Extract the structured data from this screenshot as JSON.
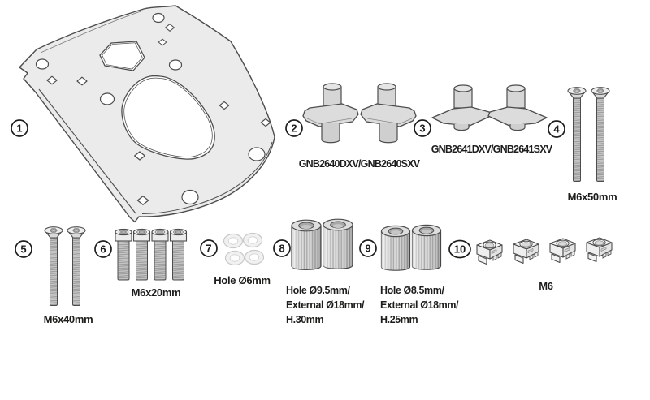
{
  "figure": {
    "kind": "mounting-kit-parts-diagram",
    "background": "#ffffff",
    "colors": {
      "outline": "#4d4d4d",
      "plate_fill": "#ebebeb",
      "metal_fill": "#c9c9c9",
      "light_fill": "#ececec",
      "text": "#1d1d1b",
      "badge_fill": "#ffffff"
    },
    "parts": [
      {
        "number": "1",
        "depicts": "top-case-mounting-plate",
        "quantity": 1,
        "label": ""
      },
      {
        "number": "2",
        "depicts": "support-bushings",
        "quantity": 2,
        "label": "GNB2640DXV/GNB2640SXV"
      },
      {
        "number": "3",
        "depicts": "support-bushings",
        "quantity": 2,
        "label": "GNB2641DXV/GNB2641SXV"
      },
      {
        "number": "4",
        "depicts": "countersunk-screws",
        "quantity": 2,
        "label": "M6x50mm"
      },
      {
        "number": "5",
        "depicts": "countersunk-screws",
        "quantity": 2,
        "label": "M6x40mm"
      },
      {
        "number": "6",
        "depicts": "socket-head-screws",
        "quantity": 4,
        "label": "M6x20mm"
      },
      {
        "number": "7",
        "depicts": "washers",
        "quantity": 4,
        "label": "Hole Ø6mm"
      },
      {
        "number": "8",
        "depicts": "knurled-spacers",
        "quantity": 2,
        "label_lines": [
          "Hole Ø9.5mm/",
          "External Ø18mm/",
          "H.30mm"
        ]
      },
      {
        "number": "9",
        "depicts": "knurled-spacers",
        "quantity": 2,
        "label_lines": [
          "Hole Ø8.5mm/",
          "External Ø18mm/",
          "H.25mm"
        ]
      },
      {
        "number": "10",
        "depicts": "cage-nuts",
        "quantity": 4,
        "label": "M6"
      }
    ]
  }
}
